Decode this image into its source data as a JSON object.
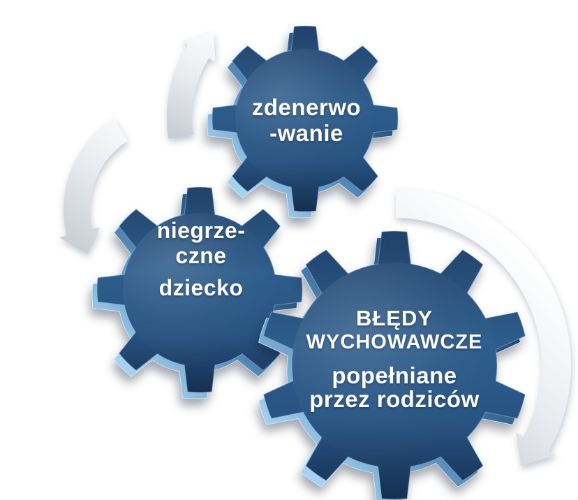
{
  "diagram": {
    "background": "#ffffff",
    "colors": {
      "gear_top": "#21426a",
      "gear_mid": "#2e5d8c",
      "gear_low": "#275381",
      "gear_deep": "#152f52",
      "gear_side_dark": "#16395f",
      "gear_side_mid": "#4b81ae",
      "gear_side_light": "#a5d2f0",
      "gear_rim": "#d5ecfa",
      "arrow_light": "#ffffff",
      "arrow_mid": "#e9ecef",
      "arrow_dark": "#c0c6cf",
      "text": "#ffffff"
    },
    "gears": [
      {
        "name": "gear-zdenerwowanie",
        "lines": [
          "zdenerwo",
          "-wanie"
        ]
      },
      {
        "name": "gear-niegrzeczne-dziecko",
        "lines": [
          "niegrze-",
          "czne",
          "dziecko"
        ]
      },
      {
        "name": "gear-bledy-wychowawcze",
        "lines": [
          "BŁĘDY",
          "WYCHOWAWCZE",
          "popełniane",
          "przez rodziców"
        ]
      }
    ],
    "arrows": [
      {
        "name": "rotation-arrow-top-gear"
      },
      {
        "name": "rotation-arrow-left-gear"
      },
      {
        "name": "rotation-arrow-right-gear"
      }
    ]
  }
}
